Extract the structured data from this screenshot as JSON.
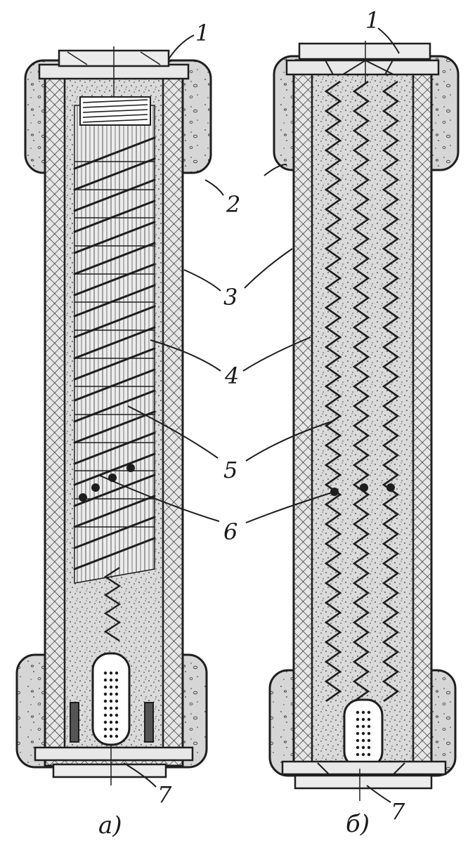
{
  "callouts": [
    "1",
    "2",
    "3",
    "4",
    "5",
    "6",
    "7"
  ],
  "captions": {
    "a": "а)",
    "b": "б)"
  },
  "colors": {
    "ink": "#1e1e1e",
    "paper": "#ffffff",
    "filler": "#d2d2d2"
  }
}
